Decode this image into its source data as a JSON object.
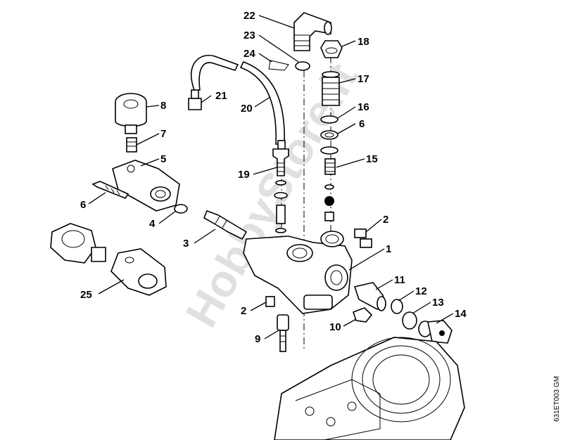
{
  "watermark": "HobbyStore.it",
  "drawing_code": "631ET003 GM",
  "callouts": {
    "c1": "1",
    "c2a": "2",
    "c2b": "2",
    "c3": "3",
    "c4": "4",
    "c5": "5",
    "c6a": "6",
    "c6b": "6",
    "c7": "7",
    "c8": "8",
    "c9": "9",
    "c10": "10",
    "c11": "11",
    "c12": "12",
    "c13": "13",
    "c14": "14",
    "c15": "15",
    "c16": "16",
    "c17": "17",
    "c18": "18",
    "c19": "19",
    "c20": "20",
    "c21": "21",
    "c22": "22",
    "c23": "23",
    "c24": "24",
    "c25": "25"
  }
}
